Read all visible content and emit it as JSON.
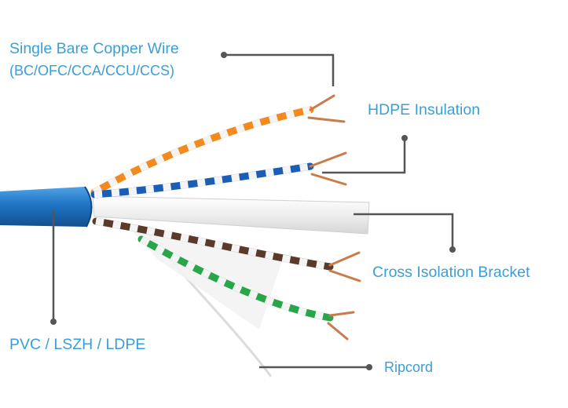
{
  "labels": {
    "copper_wire": "Single Bare Copper Wire",
    "copper_wire_types": "(BC/OFC/CCA/CCU/CCS)",
    "hdpe": "HDPE Insulation",
    "cross_bracket": "Cross Isolation Bracket",
    "jacket": "PVC / LSZH / LDPE",
    "ripcord": "Ripcord"
  },
  "colors": {
    "label_text": "#3a9fd6",
    "leader_line": "#555555",
    "jacket": "#1e6fb8",
    "copper": "#c97b4a",
    "orange_pair": "#f28a1f",
    "blue_pair": "#1c5db5",
    "brown_pair": "#5a3a2a",
    "green_pair": "#2aa64a",
    "pair_white": "#f4f4f4"
  }
}
